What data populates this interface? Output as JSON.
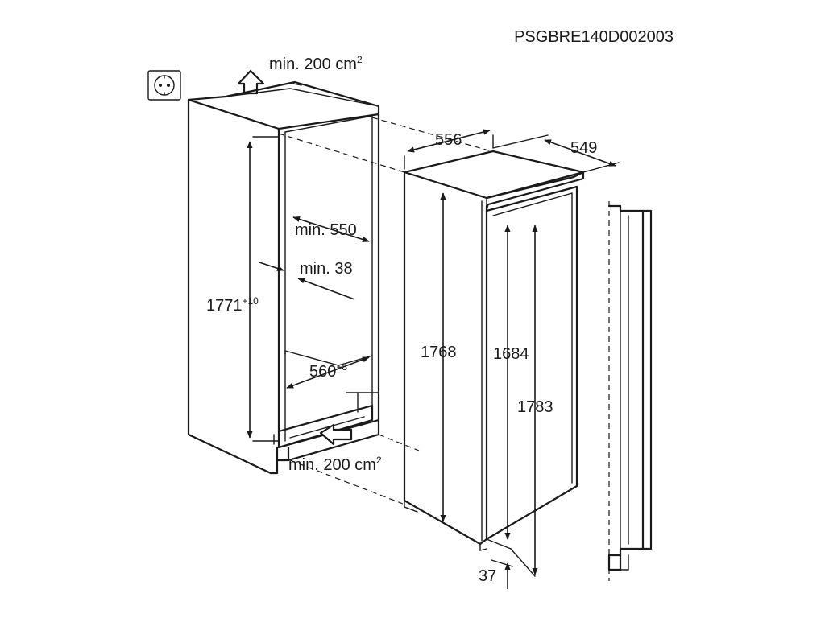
{
  "diagram_code": "PSGBRE140D002003",
  "ventilation": {
    "top": {
      "prefix": "min. 200 cm",
      "superscript": "2"
    },
    "bottom": {
      "prefix": "min. 200 cm",
      "superscript": "2"
    }
  },
  "niche": {
    "height": {
      "value": "1771",
      "tolerance": "+10"
    },
    "depth_min": "min. 550",
    "wall_gap_min": "min. 38",
    "width": {
      "value": "560",
      "tolerance": "+8"
    }
  },
  "appliance": {
    "width": "556",
    "depth": "549",
    "height": "1768",
    "door_height": "1684",
    "total_height": "1783",
    "plinth_offset": "37"
  },
  "icons": {
    "socket": "electrical-socket-icon",
    "air_top": "air-outlet-arrow-icon",
    "air_bottom": "air-inlet-arrow-icon"
  }
}
